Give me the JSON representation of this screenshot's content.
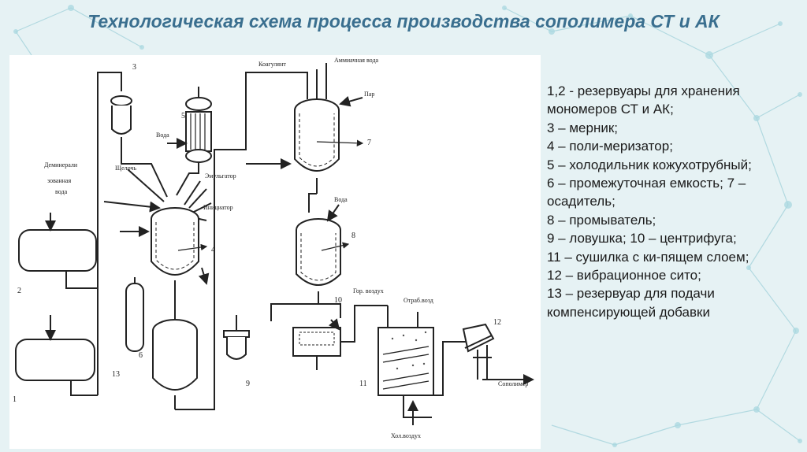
{
  "title": "Технологическая схема процесса производства сополимера СТ и АК",
  "legend": [
    "1,2 - резервуары для хранения мономеров СТ и АК;",
    "3 – мерник;",
    "4 – поли-меризатор;",
    "5 – холодильник кожухотрубный;",
    "6 – промежуточная емкость; 7 – осадитель;",
    "8 – промыватель;",
    "9 – ловушка; 10 – центрифуга;",
    "11 – сушилка с ки-пящем слоем;",
    "12 – вибрационное сито;",
    "13 – резервуар для подачи компенсирующей добавки"
  ],
  "diagram": {
    "labels": {
      "coagulant": "Коагулянт",
      "ammonia_water": "Аммиачная вода",
      "steam": "Пар",
      "water_1": "Вода",
      "water_2": "Вода",
      "alkali": "Щелочь",
      "demin_1": "Деминерали",
      "demin_2": "зованная",
      "demin_3": "вода",
      "emulsifier": "Эмульгатор",
      "initiator": "Инициатор",
      "hot_air": "Гор. воздух",
      "spent_air": "Отраб.возд",
      "cold_air": "Хол.воздух",
      "copolymer": "Сополимер"
    },
    "numbers": [
      "1",
      "2",
      "3",
      "4",
      "5",
      "6",
      "7",
      "8",
      "9",
      "10",
      "11",
      "12",
      "13"
    ]
  }
}
